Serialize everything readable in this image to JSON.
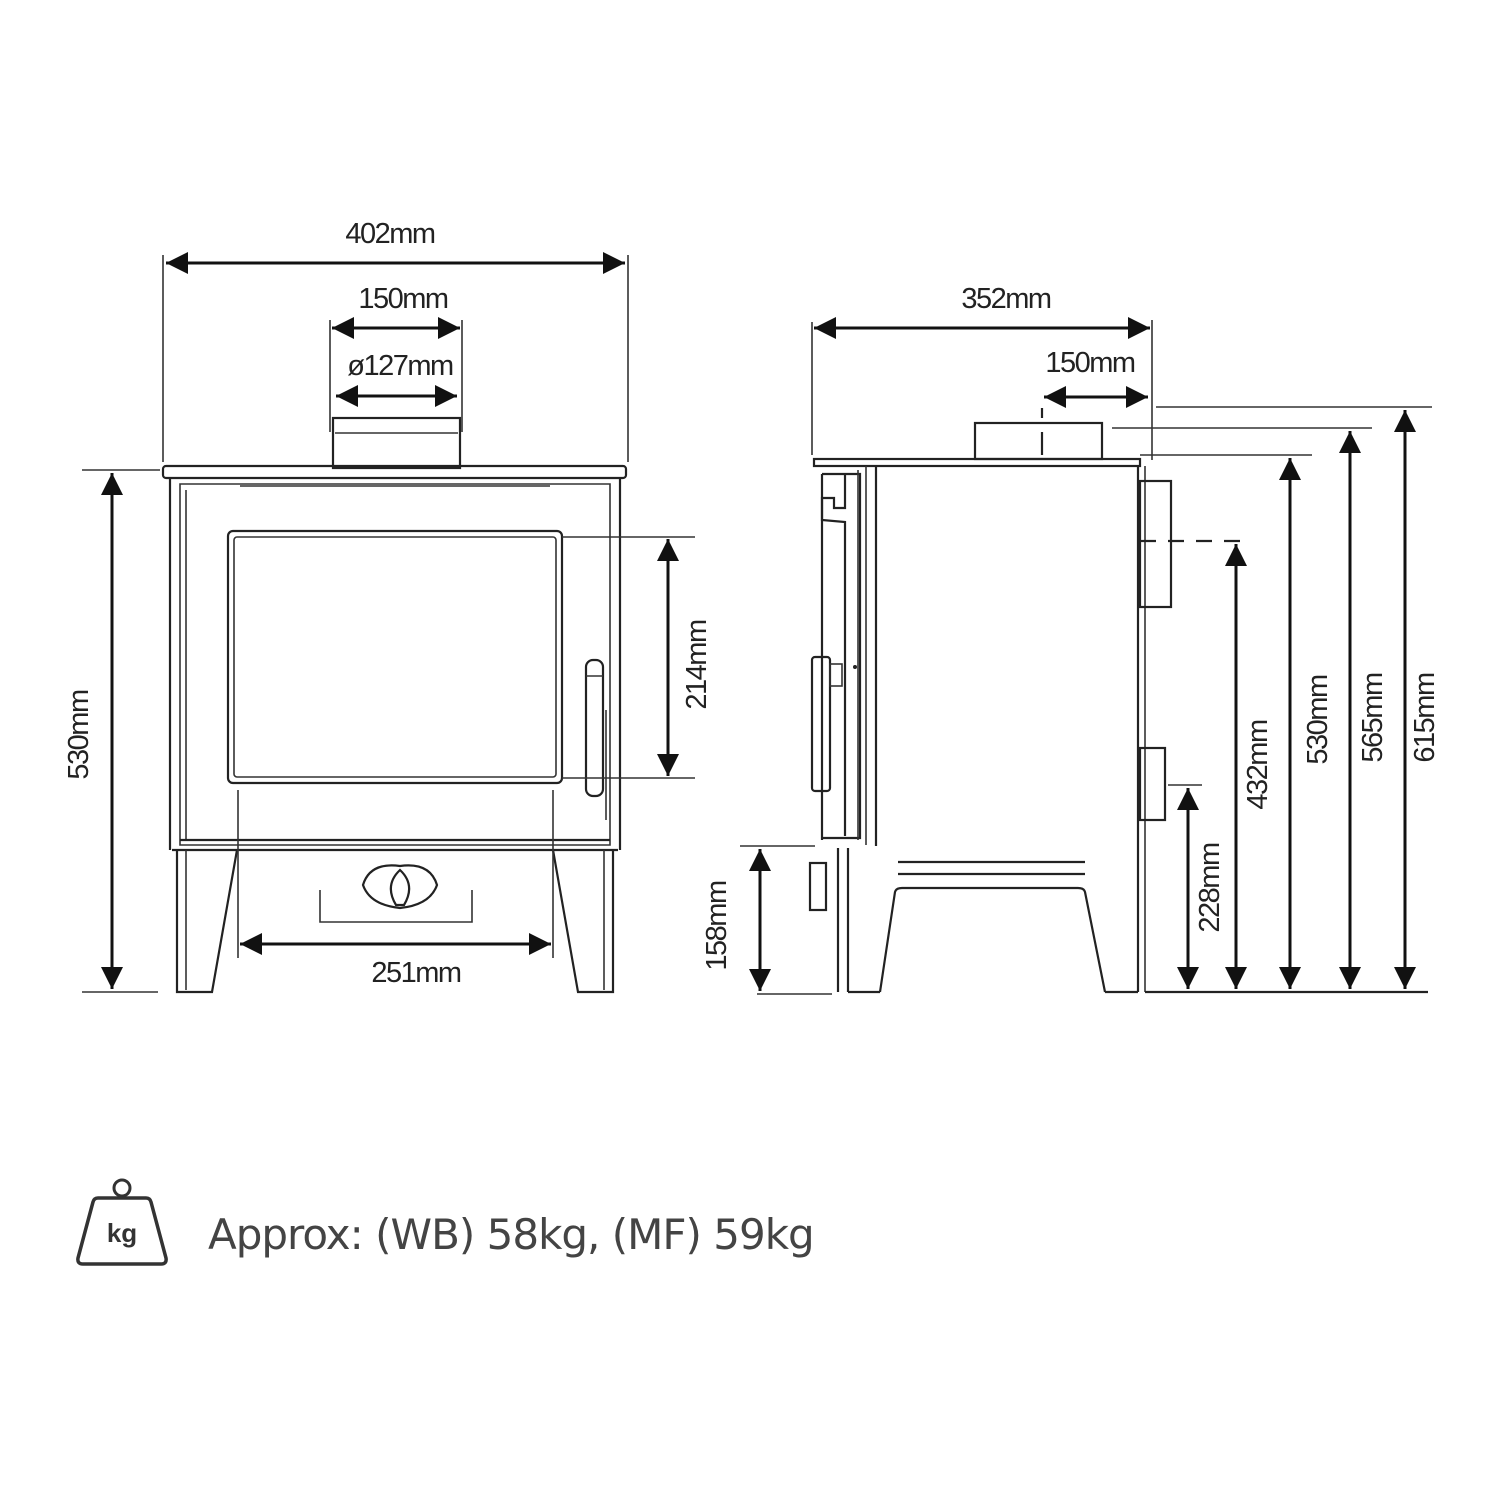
{
  "front_view": {
    "overall_width": "402mm",
    "flue_offset": "150mm",
    "flue_diameter": "ø127mm",
    "overall_height": "530mm",
    "window_height": "214mm",
    "leg_span": "251mm"
  },
  "side_view": {
    "overall_depth": "352mm",
    "flue_rear_offset": "150mm",
    "floor_to_door_base": "158mm",
    "rear_outlet_lower": "228mm",
    "rear_outlet_upper": "432mm",
    "body_height": "530mm",
    "flue_collar_height": "565mm",
    "total_height": "615mm"
  },
  "weight": {
    "icon": "kg-weight-icon",
    "icon_label": "kg",
    "text": "Approx: (WB) 58kg, (MF) 59kg"
  }
}
